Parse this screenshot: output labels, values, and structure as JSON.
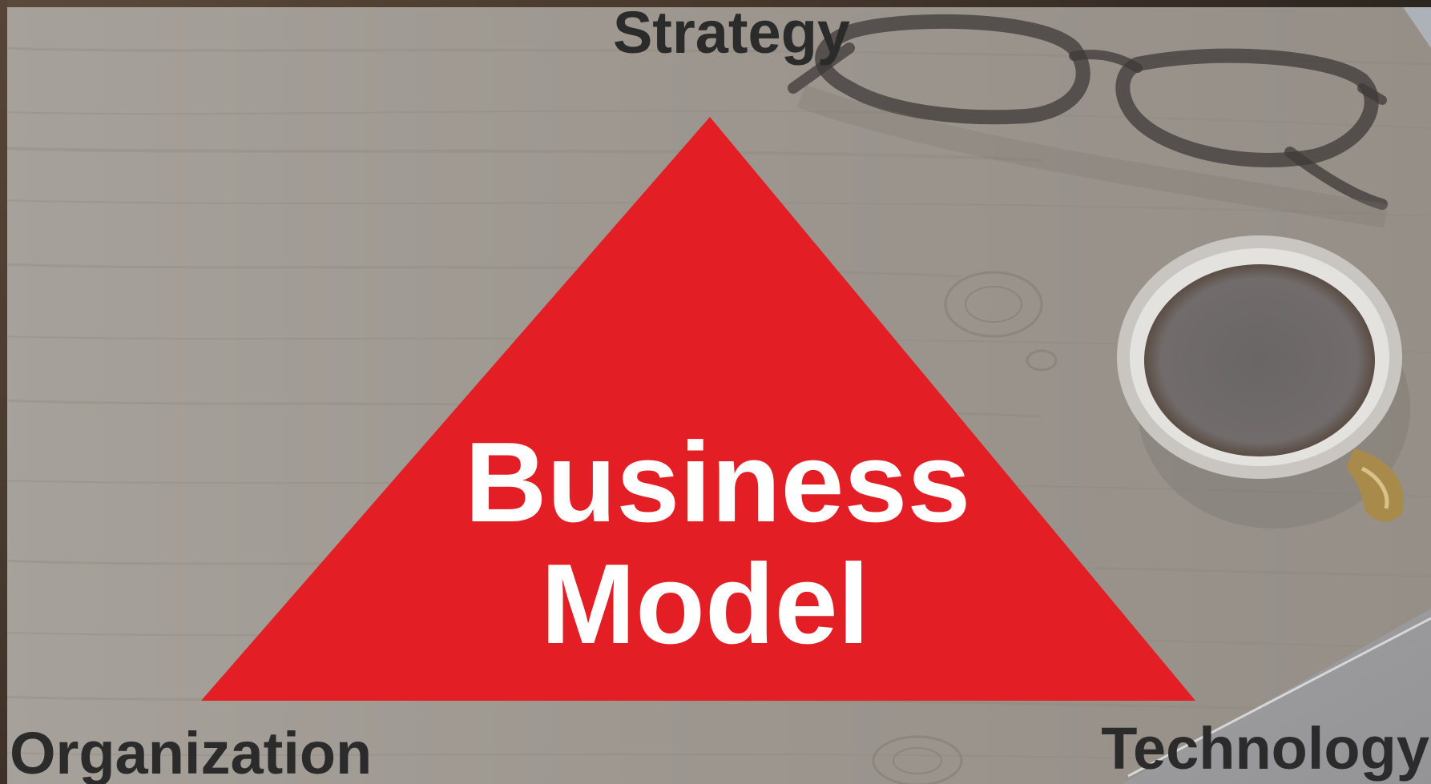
{
  "diagram": {
    "center_text": [
      "Business",
      "Model"
    ],
    "vertices": {
      "top": "Strategy",
      "bottom_left": "Organization",
      "bottom_right": "Technology"
    }
  },
  "colors": {
    "triangle_fill": "#e31e24",
    "center_text": "#ffffff",
    "labels": "#2b2b2b",
    "background_tint": "#9d9891"
  },
  "background": {
    "description_icons": [
      "glasses-icon",
      "coffee-cup-icon",
      "laptop-icon"
    ]
  }
}
